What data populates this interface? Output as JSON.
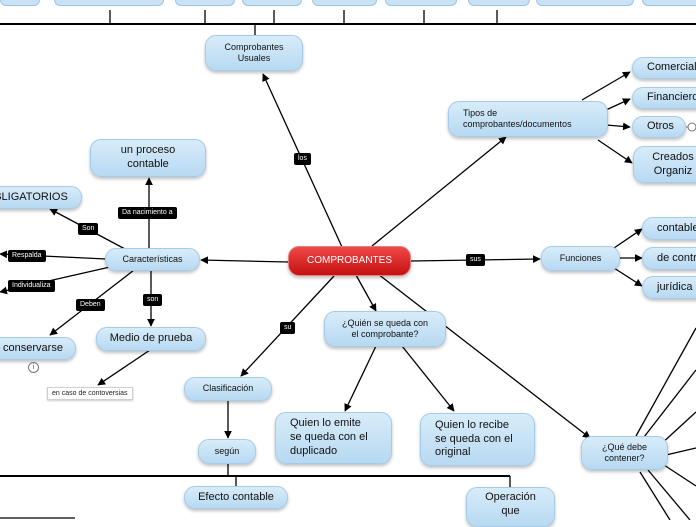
{
  "nodes": {
    "comprobantes": "COMPROBANTES",
    "comprobantes_usuales": "Comprobantes\nUsuales",
    "tipos": "Tipos de\ncomprobantes/documentos",
    "comercial": "Comercial",
    "financiero": "Financiero",
    "otros": "Otros",
    "creados": "Creados\nOrganiz",
    "funciones": "Funciones",
    "contable": "contable",
    "de_contr": "de contr",
    "juridica": "jurídica",
    "proceso": "un proceso\ncontable",
    "obligatorios": "BLIGATORIOS",
    "caracteristicas": "Características",
    "conservarse": "conservarse",
    "medio_prueba": "Medio de prueba",
    "quien_queda": "¿Quién se queda con\nel comprobante?",
    "clasificacion": "Clasificación",
    "segun": "según",
    "emite": "Quien lo emite\nse queda con el\nduplicado",
    "recibe": "Quien lo recibe\nse queda con el\noriginal",
    "que_debe": "¿Qué debe\ncontener?",
    "efecto": "Efecto contable",
    "operacion": "Operación\nque"
  },
  "labels": {
    "los": "los",
    "sus": "sus",
    "su": "su",
    "son_top": "Son",
    "son_bottom": "son",
    "da_nacimiento": "Da nacimiento a",
    "respalda": "Respalda",
    "individualiza": "Individualiza",
    "deben": "Deben"
  },
  "notes": {
    "controversias": "en caso de contoversias"
  },
  "icons": {
    "info": "i"
  }
}
